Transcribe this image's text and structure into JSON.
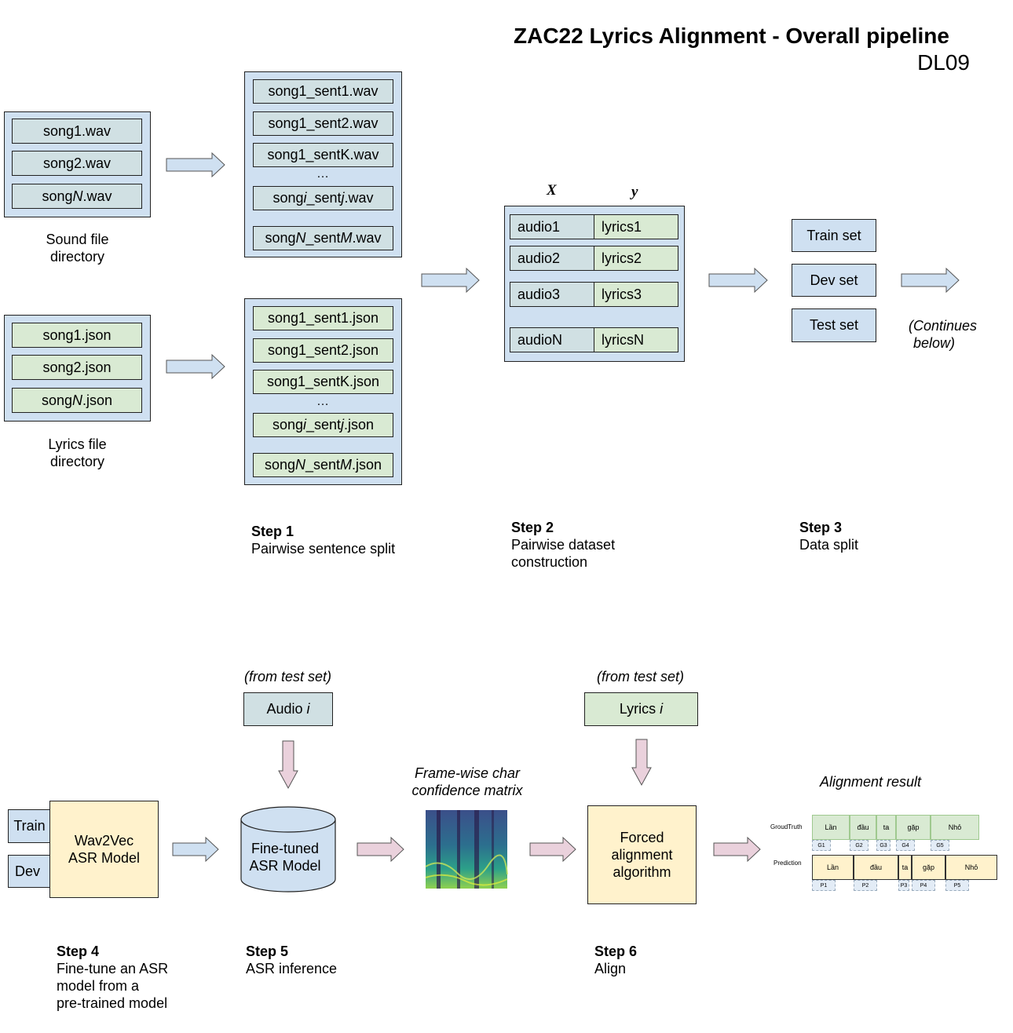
{
  "header": {
    "title": "ZAC22 Lyrics Alignment - Overall pipeline",
    "team": "DL09"
  },
  "sound_dir": {
    "files": [
      {
        "pre": "song1.wav",
        "em": "",
        "post": ""
      },
      {
        "pre": "song2.wav",
        "em": "",
        "post": ""
      },
      {
        "pre": "song",
        "em": "N",
        "post": ".wav"
      }
    ],
    "caption_line1": "Sound file",
    "caption_line2": "directory"
  },
  "lyrics_dir": {
    "files": [
      {
        "pre": "song1.json",
        "em": "",
        "post": ""
      },
      {
        "pre": "song2.json",
        "em": "",
        "post": ""
      },
      {
        "pre": "song",
        "em": "N",
        "post": ".json"
      }
    ],
    "caption_line1": "Lyrics file",
    "caption_line2": "directory"
  },
  "split_wav": {
    "items": [
      {
        "parts": [
          {
            "t": "song1_sent1.wav",
            "i": false
          }
        ]
      },
      {
        "parts": [
          {
            "t": "song1_sent2.wav",
            "i": false
          }
        ]
      },
      {
        "parts": [
          {
            "t": "song1_sentK.wav",
            "i": false
          }
        ]
      },
      {
        "parts": [
          {
            "t": "song",
            "i": false
          },
          {
            "t": "i",
            "i": true
          },
          {
            "t": "_sent",
            "i": false
          },
          {
            "t": "j",
            "i": true
          },
          {
            "t": ".wav",
            "i": false
          }
        ]
      },
      {
        "parts": [
          {
            "t": "song",
            "i": false
          },
          {
            "t": "N",
            "i": true
          },
          {
            "t": "_sent",
            "i": false
          },
          {
            "t": "M",
            "i": true
          },
          {
            "t": ".wav",
            "i": false
          }
        ]
      }
    ],
    "ellipsis": "…"
  },
  "split_json": {
    "items": [
      {
        "parts": [
          {
            "t": "song1_sent1.json",
            "i": false
          }
        ]
      },
      {
        "parts": [
          {
            "t": "song1_sent2.json",
            "i": false
          }
        ]
      },
      {
        "parts": [
          {
            "t": "song1_sentK.json",
            "i": false
          }
        ]
      },
      {
        "parts": [
          {
            "t": "song",
            "i": false
          },
          {
            "t": "i",
            "i": true
          },
          {
            "t": "_sent",
            "i": false
          },
          {
            "t": "j",
            "i": true
          },
          {
            "t": ".json",
            "i": false
          }
        ]
      },
      {
        "parts": [
          {
            "t": "song",
            "i": false
          },
          {
            "t": "N",
            "i": true
          },
          {
            "t": "_sent",
            "i": false
          },
          {
            "t": "M",
            "i": true
          },
          {
            "t": ".json",
            "i": false
          }
        ]
      }
    ],
    "ellipsis": "…"
  },
  "dataset": {
    "x_label": "X",
    "y_label": "y",
    "rows": [
      {
        "audio": "audio1",
        "lyrics": "lyrics1"
      },
      {
        "audio": "audio2",
        "lyrics": "lyrics2"
      },
      {
        "audio": "audio3",
        "lyrics": "lyrics3"
      },
      {
        "audio": "audioN",
        "lyrics": "lyricsN"
      }
    ]
  },
  "sets": {
    "train": "Train set",
    "dev": "Dev set",
    "test": "Test set",
    "continues_line1": "(Continues",
    "continues_line2": "below)"
  },
  "steps": {
    "s1": {
      "title": "Step 1",
      "lines": [
        "Pairwise sentence split"
      ]
    },
    "s2": {
      "title": "Step 2",
      "lines": [
        "Pairwise dataset",
        "construction"
      ]
    },
    "s3": {
      "title": "Step 3",
      "lines": [
        "Data split"
      ]
    },
    "s4": {
      "title": "Step 4",
      "lines": [
        "Fine-tune an ASR",
        "model from a",
        "pre-trained model"
      ]
    },
    "s5": {
      "title": "Step 5",
      "lines": [
        "ASR inference"
      ]
    },
    "s6": {
      "title": "Step 6",
      "lines": [
        "Align"
      ]
    }
  },
  "bottom": {
    "train": "Train",
    "dev": "Dev",
    "wav2vec_line1": "Wav2Vec",
    "wav2vec_line2": "ASR Model",
    "from_test_audio": "(from test set)",
    "audio_pre": "Audio ",
    "audio_em": "i",
    "finetuned_line1": "Fine-tuned",
    "finetuned_line2": "ASR Model",
    "matrix_line1": "Frame-wise char",
    "matrix_line2": "confidence matrix",
    "from_test_lyrics": "(from test set)",
    "lyrics_pre": "Lyrics ",
    "lyrics_em": "i",
    "forced_line1": "Forced",
    "forced_line2": "alignment",
    "forced_line3": "algorithm",
    "alignment_result": "Alignment result"
  },
  "alignment": {
    "gt_label": "GroudTruth",
    "pred_label": "Prediction",
    "gt_words": [
      "Lần",
      "đầu",
      "ta",
      "gặp",
      "Nhỏ"
    ],
    "gt_subs": [
      "G1",
      "G2",
      "G3",
      "G4",
      "G5"
    ],
    "pred_words": [
      "Lần",
      "đầu",
      "ta",
      "gặp",
      "Nhỏ"
    ],
    "pred_subs": [
      "P1",
      "P2",
      "P3",
      "P4",
      "P5"
    ]
  },
  "colors": {
    "blue": "#cfe0f1",
    "grey_blue": "#d0e0e3",
    "green": "#d9ead3",
    "yellow": "#fff2cc",
    "pink_arrow": "#ead1dc"
  }
}
